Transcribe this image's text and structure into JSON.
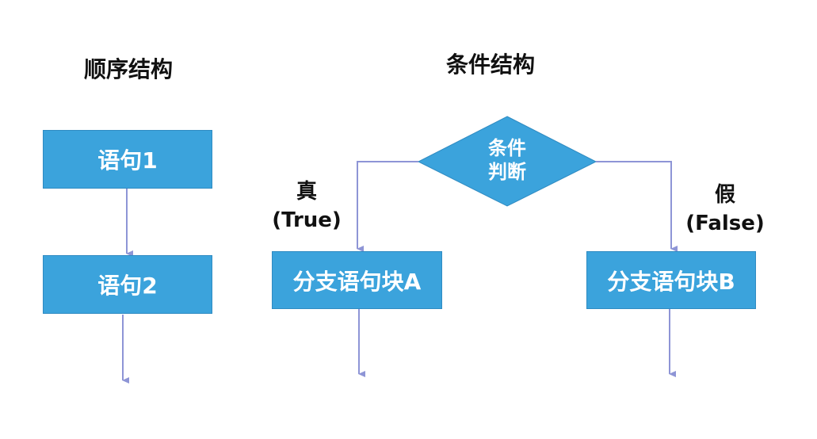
{
  "sequence": {
    "title": "顺序结构",
    "statement1": "语句1",
    "statement2": "语句2"
  },
  "conditional": {
    "title": "条件结构",
    "condition_line1": "条件",
    "condition_line2": "判断",
    "true_label_line1": "真",
    "true_label_line2": "(True)",
    "false_label_line1": "假",
    "false_label_line2": "(False)",
    "branch_a": "分支语句块A",
    "branch_b": "分支语句块B"
  },
  "colors": {
    "box_fill": "#3ba3dc",
    "box_border": "#2f8bc2",
    "connector": "#8e95d6"
  }
}
